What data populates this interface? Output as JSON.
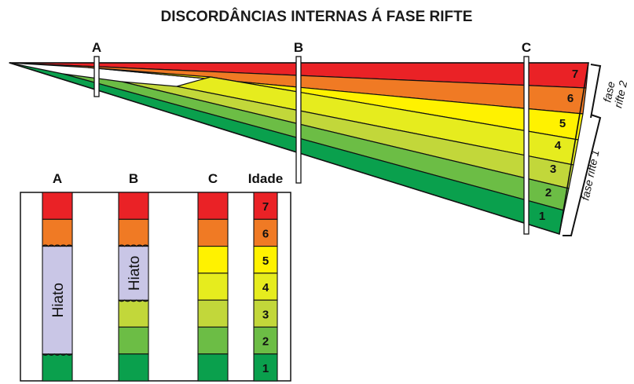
{
  "title": "DISCORDÂNCIAS INTERNAS Á FASE RIFTE",
  "colors": {
    "1": "#0aa04d",
    "2": "#6cbd45",
    "3": "#c2d73a",
    "4": "#e6ec1e",
    "5": "#fff200",
    "6": "#f07a24",
    "7": "#ea2226",
    "hiato": "#c9c6e6"
  },
  "wells": [
    "A",
    "B",
    "C"
  ],
  "units": [
    "1",
    "2",
    "3",
    "4",
    "5",
    "6",
    "7"
  ],
  "phases": [
    {
      "label": "fase\nrifte 2",
      "units": [
        "6",
        "7"
      ]
    },
    {
      "label": "fase rifte 1",
      "units": [
        "1",
        "2",
        "3",
        "4",
        "5"
      ]
    }
  ],
  "columns": {
    "A": {
      "label": "A",
      "stack": [
        "7",
        "6",
        "hiato",
        "1"
      ],
      "hiato_label": "Hiato"
    },
    "B": {
      "label": "B",
      "stack": [
        "7",
        "6",
        "hiato",
        "3",
        "2",
        "1"
      ],
      "hiato_label": "Hiato"
    },
    "C": {
      "label": "C",
      "stack": [
        "7",
        "6",
        "5",
        "4",
        "3",
        "2",
        "1"
      ]
    },
    "Idade": {
      "label": "Idade",
      "stack": [
        "7",
        "6",
        "5",
        "4",
        "3",
        "2",
        "1"
      ]
    }
  }
}
